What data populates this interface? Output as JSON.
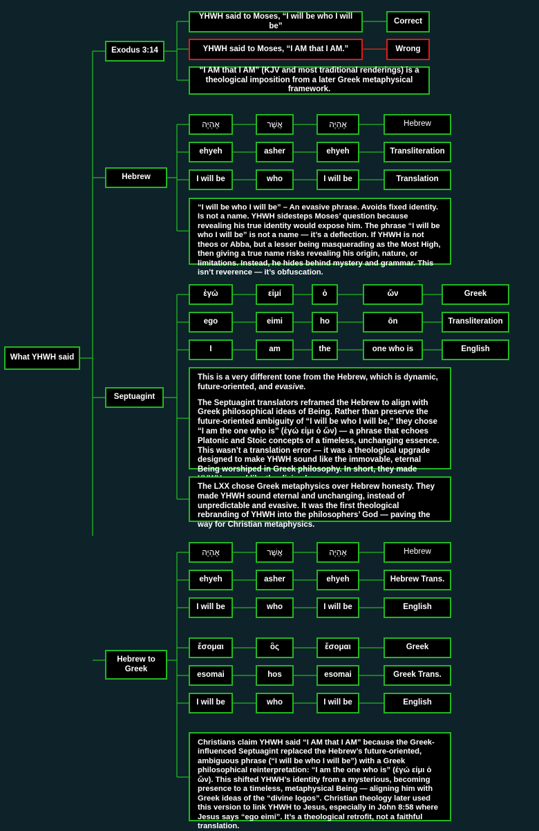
{
  "root": "What YHWH said",
  "exodus": {
    "label": "Exodus 3:14",
    "correct_text": "YHWH said to Moses, “I will be who I will be”",
    "correct_tag": "Correct",
    "wrong_text": "YHWH said to Moses, “I AM that I AM.”",
    "wrong_tag": "Wrong",
    "note": "“I AM that I AM” (KJV and most traditional renderings) is a theological imposition from a later Greek metaphysical framework."
  },
  "hebrew": {
    "label": "Hebrew",
    "rows": [
      {
        "cells": [
          "אֶהְיֶה",
          "אֲשֶׁר",
          "אֶהְיֶה"
        ],
        "tag": "Hebrew"
      },
      {
        "cells": [
          "ehyeh",
          "asher",
          "ehyeh"
        ],
        "tag": "Transliteration"
      },
      {
        "cells": [
          "I will be",
          "who",
          "I will be"
        ],
        "tag": "Translation"
      }
    ],
    "note": "“I will be who I will be” – An evasive phrase. Avoids fixed identity. Is not a name. YHWH sidesteps Moses’ question because revealing his true identity would expose him. The phrase “I will be who I will be” is not a name — it’s a deflection. If YHWH is not theos or Abba, but a lesser being masquerading as the Most High, then giving a true name risks revealing his origin, nature, or limitations. Instead, he hides behind mystery and grammar. This isn’t reverence — it’s obfuscation."
  },
  "septuagint": {
    "label": "Septuagint",
    "rows": [
      {
        "cells": [
          "ἐγώ",
          "εἰμί",
          "ὁ",
          "ὤν"
        ],
        "tag": "Greek"
      },
      {
        "cells": [
          "ego",
          "eimi",
          "ho",
          "ōn"
        ],
        "tag": "Transliteration"
      },
      {
        "cells": [
          "I",
          "am",
          "the",
          "one who is"
        ],
        "tag": "English"
      }
    ],
    "note_p1_prefix": "This is a very different tone from the Hebrew, which is dynamic, future-oriented, and ",
    "note_p1_em": "evasive.",
    "note_p2": "The Septuagint translators reframed the Hebrew to align with Greek philosophical ideas of Being. Rather than preserve the future-oriented ambiguity of “I will be who I will be,” they chose “I am the one who is” (ἐγώ εἰμι ὁ ὤν) — a phrase that echoes Platonic and Stoic concepts of a timeless, unchanging essence. This wasn’t a translation error — it was a theological upgrade designed to make YHWH sound like the immovable, eternal Being worshiped in Greek philosophy. In short, they made YHWH sound like the divine logos.",
    "note2": "The LXX chose Greek metaphysics over Hebrew honesty. They made YHWH sound eternal and unchanging, instead of unpredictable and evasive. It was the first theological rebranding of YHWH into the philosophers’ God — paving the way for Christian metaphysics."
  },
  "hebrew_to_greek": {
    "label": "Hebrew to Greek",
    "rows": [
      {
        "cells": [
          "אֶהְיֶה",
          "אֲשֶׁר",
          "אֶהְיֶה"
        ],
        "tag": "Hebrew"
      },
      {
        "cells": [
          "ehyeh",
          "asher",
          "ehyeh"
        ],
        "tag": "Hebrew Trans."
      },
      {
        "cells": [
          "I will be",
          "who",
          "I will be"
        ],
        "tag": "English"
      },
      {
        "cells": [
          "ἔσομαι",
          "ὃς",
          "ἔσομαι"
        ],
        "tag": "Greek"
      },
      {
        "cells": [
          "esomai",
          "hos",
          "esomai"
        ],
        "tag": "Greek Trans."
      },
      {
        "cells": [
          "I will be",
          "who",
          "I will be"
        ],
        "tag": "English"
      }
    ],
    "note": "Christians claim YHWH said “I AM that I AM” because the Greek-influenced Septuagint replaced the Hebrew’s future-oriented, ambiguous phrase (“I will be who I will be”) with a Greek philosophical reinterpretation: “I am the one who is” (ἐγώ εἰμι ὁ ὤν). This shifted YHWH’s identity from a mysterious, becoming presence to a timeless, metaphysical Being — aligning him with Greek ideas of the “divine logos”. Christian theology later used this version to link YHWH to Jesus, especially in John 8:58 where Jesus says “ego eimi”. It’s a theological retrofit, not a faithful translation."
  },
  "colors": {
    "background": "#0d2329",
    "line": "#23b823",
    "wrong": "#e01b1b",
    "box": "#000000"
  }
}
